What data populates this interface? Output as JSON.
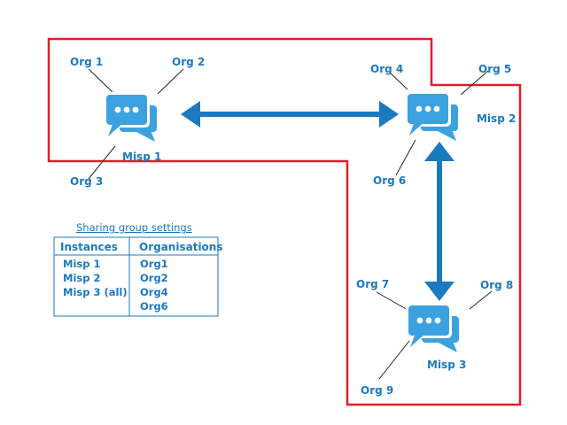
{
  "colors": {
    "accent": "#1b79c0",
    "icon": "#3ba2df",
    "boundary": "#e01e2a",
    "leader": "#222222"
  },
  "nodes": {
    "misp1": {
      "label": "Misp 1",
      "orgs": [
        "Org 1",
        "Org 2",
        "Org 3"
      ]
    },
    "misp2": {
      "label": "Misp 2",
      "orgs": [
        "Org 4",
        "Org 5",
        "Org 6"
      ]
    },
    "misp3": {
      "label": "Misp 3",
      "orgs": [
        "Org 7",
        "Org 8",
        "Org 9"
      ]
    }
  },
  "sharing_table": {
    "title": "Sharing group settings",
    "headers": [
      "Instances",
      "Organisations"
    ],
    "instances": [
      "Misp 1",
      "Misp 2",
      "Misp 3 (all)"
    ],
    "organisations": [
      "Org1",
      "Org2",
      "Org4",
      "Org6"
    ]
  }
}
